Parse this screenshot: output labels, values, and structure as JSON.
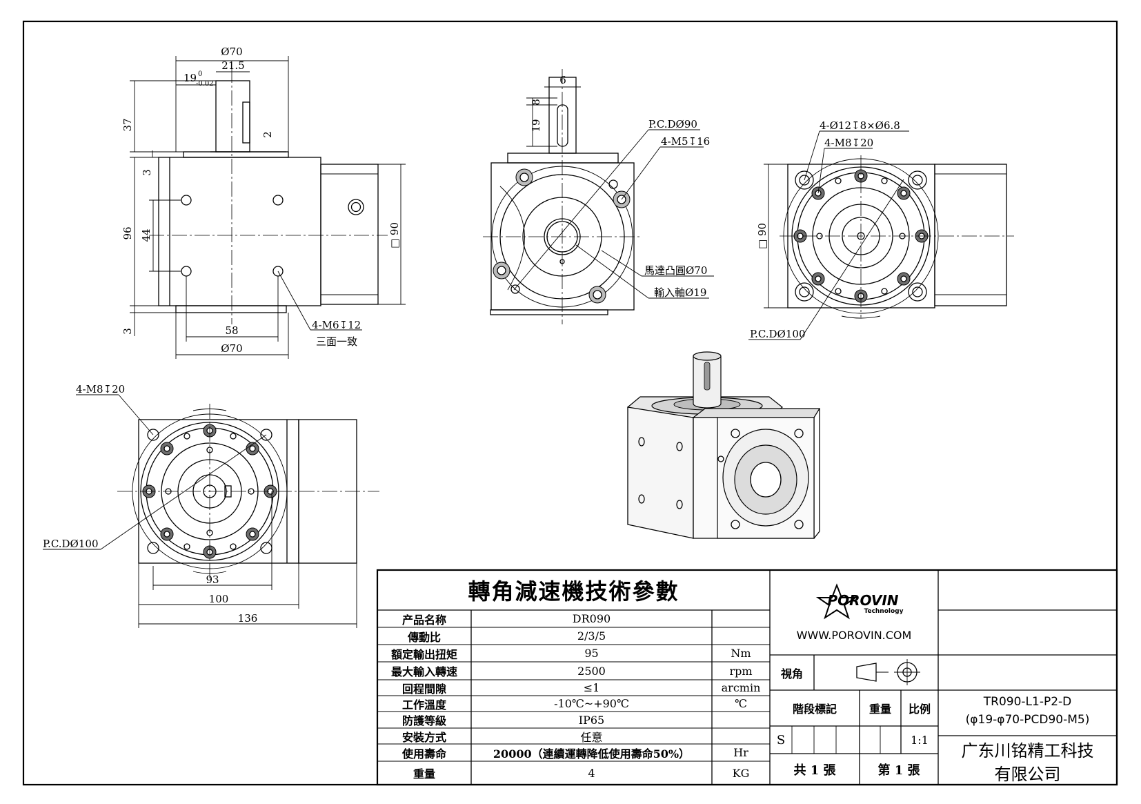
{
  "dimensions": {
    "top_shaft_dia": "Ø70",
    "key_width": "21.5",
    "shaft_dia": "19",
    "shaft_tol_upper": "0",
    "shaft_tol_lower": "-0.02",
    "height_37": "37",
    "dim_2": "2",
    "dim_3_top": "3",
    "dim_96": "96",
    "dim_44": "44",
    "square_90": "□ 90",
    "dim_58": "58",
    "bottom_dia": "Ø70",
    "dim_3_bottom": "3",
    "front_key_6": "6",
    "front_8": "8",
    "front_19": "19",
    "front_pcd": "P.C.DØ90",
    "front_m5": "4-M5↧16",
    "motor_boss": "馬達凸圓Ø70",
    "input_shaft": "輸入軸Ø19",
    "m6_holes": "4-M6↧12",
    "three_faces": "三面一致",
    "right_holes": "4-Ø12↧8×Ø6.8",
    "right_m8": "4-M8↧20",
    "right_square": "□ 90",
    "right_pcd": "P.C.DØ100",
    "bl_m8": "4-M8↧20",
    "bl_pcd": "P.C.DØ100",
    "bl_93": "93",
    "bl_100": "100",
    "bl_136": "136"
  },
  "spec_table": {
    "title": "轉角減速機技術參數",
    "rows": [
      {
        "label": "产品名称",
        "value": "DR090",
        "unit": ""
      },
      {
        "label": "傳動比",
        "value": "2/3/5",
        "unit": ""
      },
      {
        "label": "額定輸出扭矩",
        "value": "95",
        "unit": "Nm"
      },
      {
        "label": "最大輸入轉速",
        "value": "2500",
        "unit": "rpm"
      },
      {
        "label": "回程間隙",
        "value": "≤1",
        "unit": "arcmin"
      },
      {
        "label": "工作溫度",
        "value": "-10℃~+90℃",
        "unit": "℃"
      },
      {
        "label": "防護等級",
        "value": "IP65",
        "unit": ""
      },
      {
        "label": "安裝方式",
        "value": "任意",
        "unit": ""
      },
      {
        "label": "使用壽命",
        "value": "20000（連續運轉降低使用壽命50%）",
        "unit": "Hr"
      },
      {
        "label": "重量",
        "value": "4",
        "unit": "KG"
      }
    ]
  },
  "title_block": {
    "logo_text": "POROVIN",
    "logo_sub": "Technology",
    "website": "WWW.POROVIN.COM",
    "view_label": "視角",
    "stage_label": "階段標記",
    "weight_label": "重量",
    "scale_label": "比例",
    "stage_value": "S",
    "scale_value": "1:1",
    "total_sheets": "共 1 張",
    "sheet_no": "第 1 張",
    "model_line1": "TR090-L1-P2-D",
    "model_line2": "(φ19-φ70-PCD90-M5)",
    "company_line1": "广东川铭精工科技",
    "company_line2": "有限公司"
  }
}
